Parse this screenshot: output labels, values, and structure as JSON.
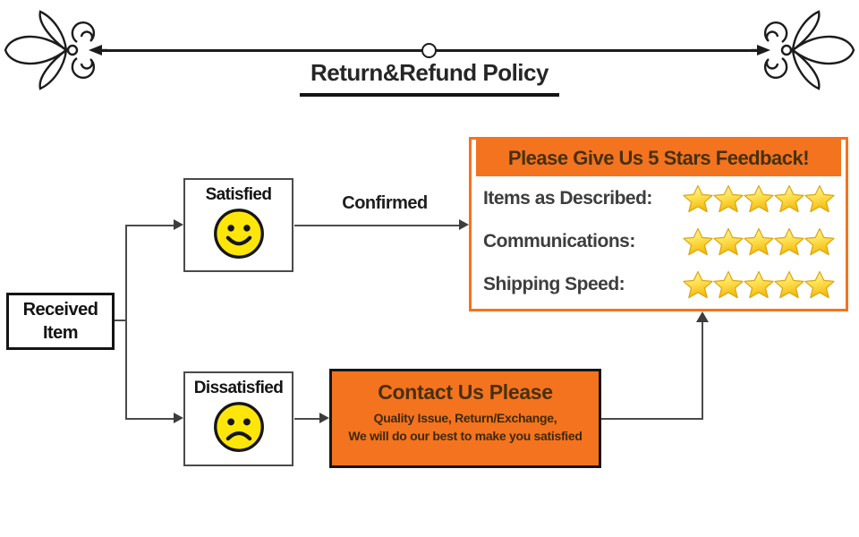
{
  "header": {
    "title": "Return&Refund Policy"
  },
  "flow": {
    "received": {
      "label": "Received Item"
    },
    "satisfied": {
      "label": "Satisfied"
    },
    "dissatisfied": {
      "label": "Dissatisfied"
    },
    "confirmed_label": "Confirmed",
    "contact": {
      "title": "Contact Us Please",
      "line1": "Quality Issue, Return/Exchange,",
      "line2": "We will do our best to make you satisfied"
    },
    "feedback": {
      "title": "Please Give Us 5 Stars Feedback!",
      "rows": [
        {
          "label": "Items as Described:",
          "stars": 5
        },
        {
          "label": "Communications:",
          "stars": 5
        },
        {
          "label": "Shipping Speed:",
          "stars": 5
        }
      ]
    }
  },
  "icons": {
    "smiley": "happy-face-icon",
    "frowny": "sad-face-icon",
    "star": "gold-star-icon",
    "ornament": "floral-flourish-icon"
  },
  "colors": {
    "orange": "#F4731E",
    "orange-ink": "#46300F",
    "line": "#4b4b4b",
    "smiley-yellow": "#FFE60A",
    "star-gold": "#F3BC0F"
  }
}
